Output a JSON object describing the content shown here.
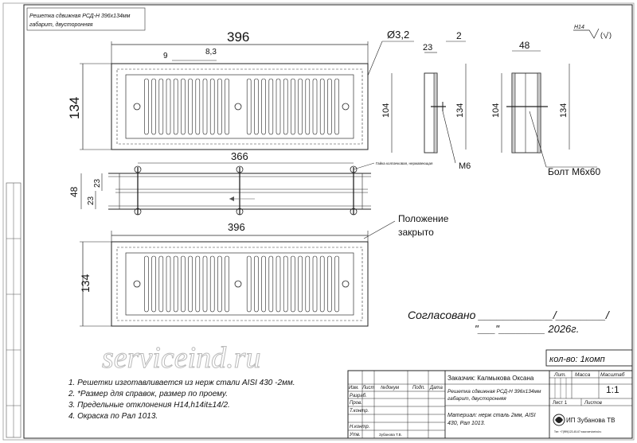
{
  "title_block": {
    "top_label_line1": "Решетка сдвижная РСД-Н 396х134мм",
    "top_label_line2": "габарит, двусторонняя",
    "quantity": "кол-во: 1комп",
    "col_headers": [
      "Изм.",
      "Лист",
      "№докум",
      "Подп.",
      "Дата"
    ],
    "row_labels": [
      "Разраб.",
      "Пров.",
      "Т.контр.",
      "",
      "Н.контр.",
      "Утв."
    ],
    "approver_name": "Зубанова Т.В.",
    "customer": "Заказчик: Калмыкова Оксана",
    "name_line1": "Решетка сдвижная РСД-Н 396х134мм",
    "name_line2": "габарит, двусторонняя",
    "material_line1": "Материал: нерж сталь 2мм,  AISI",
    "material_line2": "430, Рал 1013.",
    "lit_label": "Лит.",
    "mass_label": "Масса",
    "scale_label": "Масштаб",
    "scale_value": "1:1",
    "sheet_label": "Лист  1",
    "sheets_label": "Листов",
    "company": "ИП Зубанова ТВ",
    "company_small": "Тел: +7(999)123-45-67  www.serviceind.ru"
  },
  "notes": [
    "1. Решетки изготавливается из нерж стали AISI 430 -2мм.",
    "2. *Размер для справок, размер по проему.",
    "3. Предельные отклонения H14,h14it±14/2.",
    "4. Окраска по Рал 1013."
  ],
  "approval": {
    "line1": "Согласовано ____________/________/",
    "line2": "\"___\"________  2026г."
  },
  "watermark": "serviceind.ru",
  "dimensions": {
    "width_top": "396",
    "height_left": "134",
    "pitch": "9",
    "slot": "8,3",
    "hole": "Ø3,2",
    "side_23": "23",
    "side_2": "2",
    "side_48": "48",
    "side_104": "104",
    "side_134": "134",
    "top_366": "366",
    "top_48": "48",
    "top_23a": "23",
    "top_23b": "23",
    "bottom_396": "396",
    "bottom_134": "134"
  },
  "labels": {
    "m6": "М6",
    "bolt": "Болт М6х60",
    "nut": "Гайка колпачковая, нержавеющая",
    "closed_line1": "Положение",
    "closed_line2": "закрыто",
    "roughness": "H14"
  }
}
